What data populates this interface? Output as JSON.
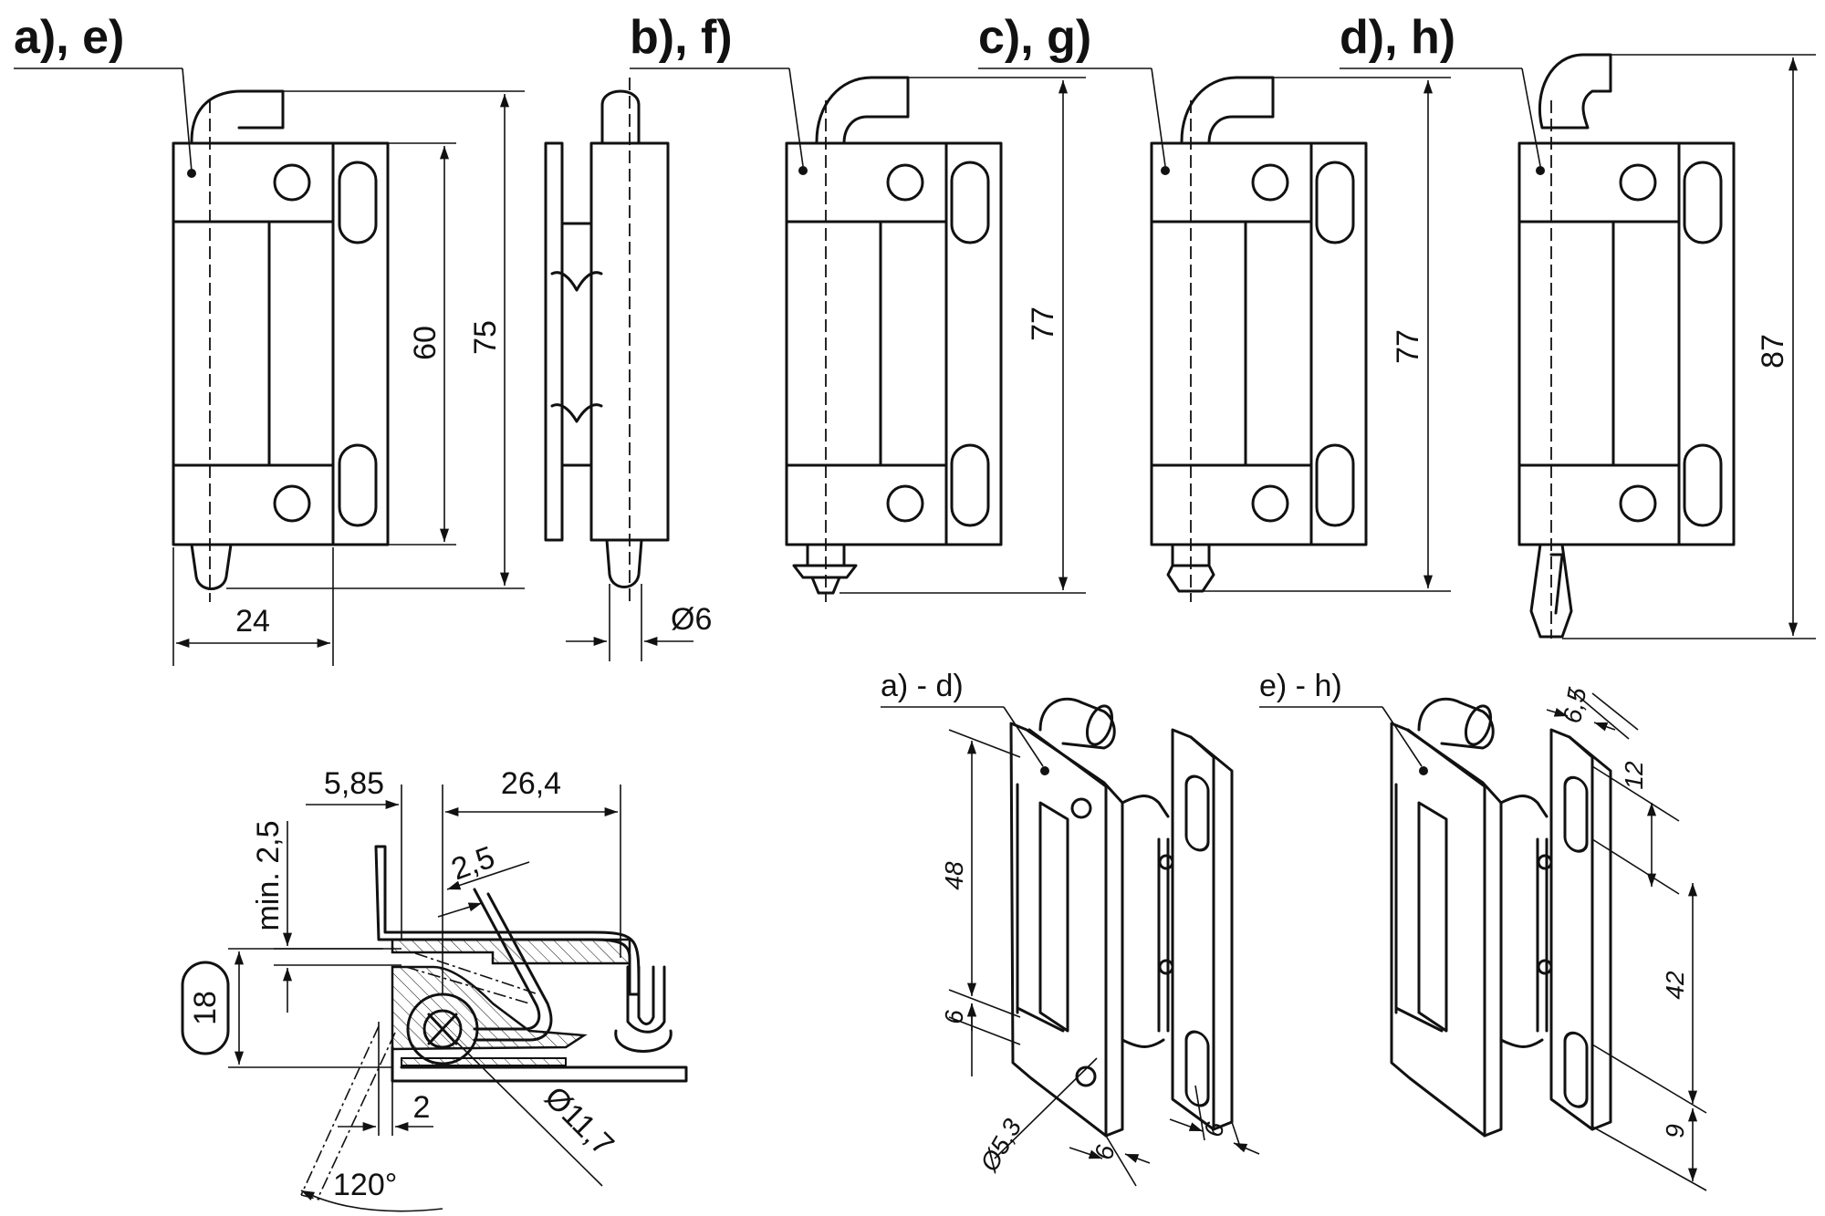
{
  "views": {
    "ae": {
      "label": "a), e)",
      "width": "24",
      "height_inner": "60",
      "height_total": "75"
    },
    "bf": {
      "label": "b), f)",
      "height": "77",
      "diameter": "Ø6"
    },
    "cg": {
      "label": "c), g)",
      "height": "77"
    },
    "dh": {
      "label": "d), h)",
      "height": "87"
    }
  },
  "section": {
    "d_585": "5,85",
    "d_264": "26,4",
    "d_min25": "min. 2,5",
    "d_25": "2,5",
    "d_18": "18",
    "d_2": "2",
    "d_117": "Ø11,7",
    "angle": "120°"
  },
  "iso_ad": {
    "label": "a) - d)",
    "d48": "48",
    "d6a": "6",
    "d53": "Ø5,3",
    "d6b": "6",
    "d6c": "6"
  },
  "iso_eh": {
    "label": "e) - h)",
    "d65": "6,5",
    "d12": "12",
    "d42": "42",
    "d9": "9"
  }
}
